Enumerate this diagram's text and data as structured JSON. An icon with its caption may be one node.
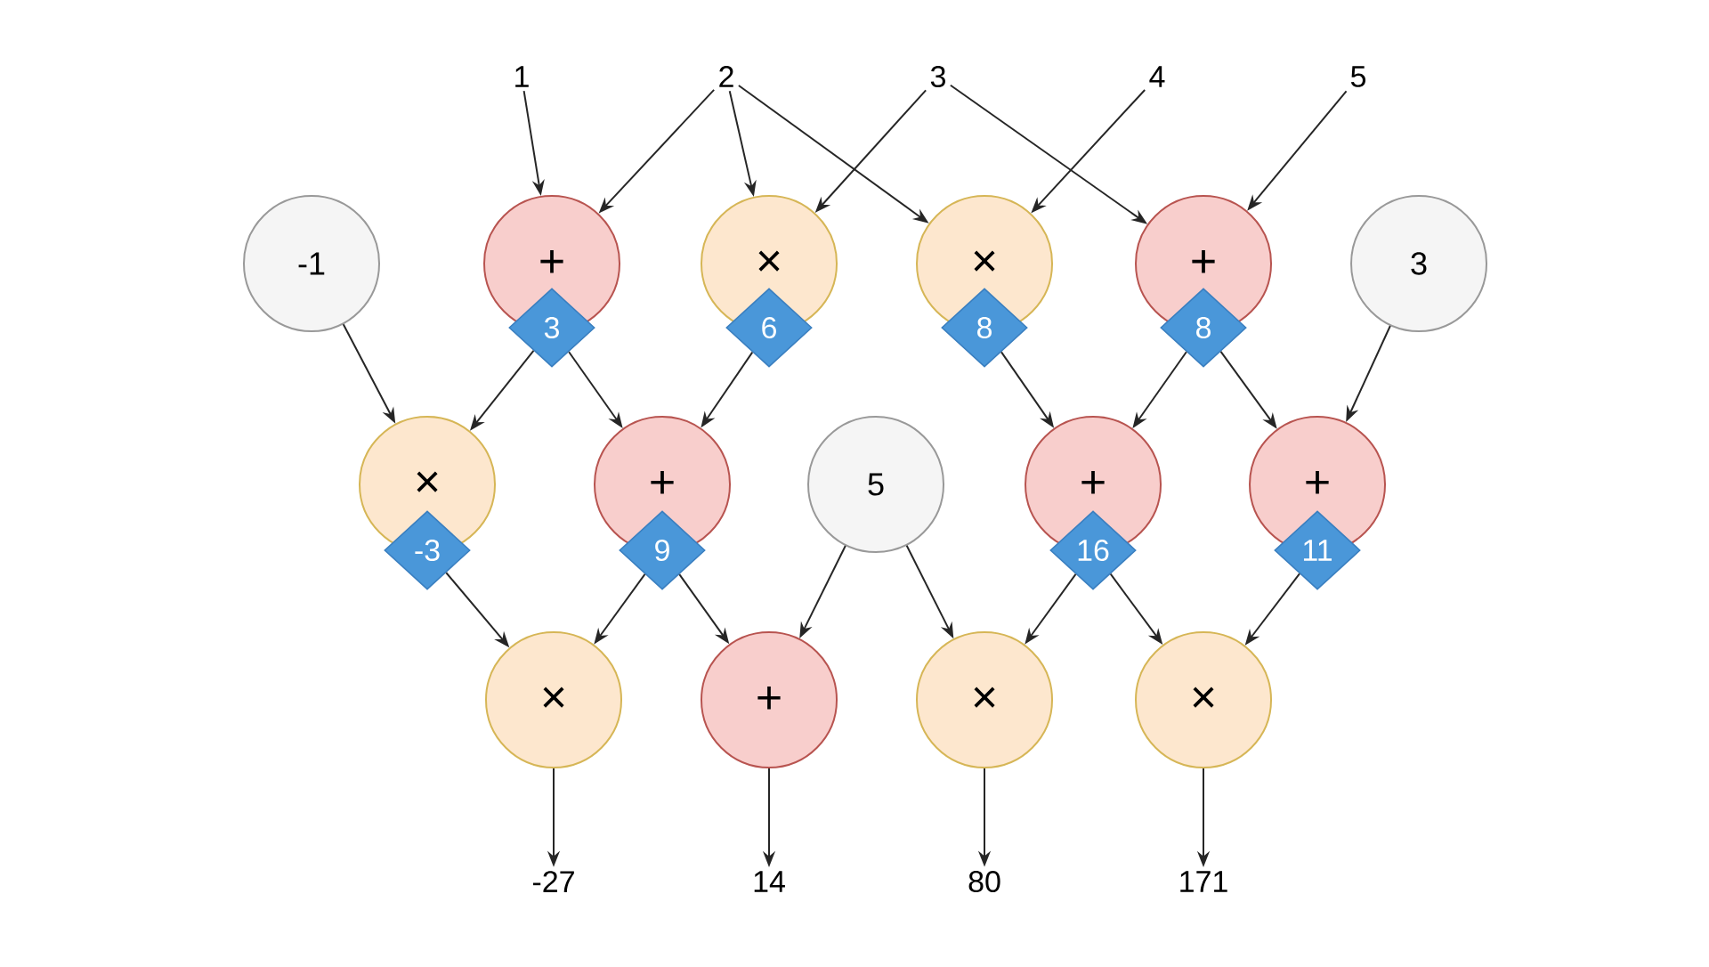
{
  "diagram": {
    "nodes": [
      {
        "text": [
          "1"
        ]
      },
      {
        "text": [
          "2"
        ]
      },
      {
        "text": [
          "3"
        ]
      },
      {
        "text": [
          "4"
        ]
      },
      {
        "text": [
          "5"
        ]
      },
      {
        "text": [
          "-1"
        ]
      },
      {
        "text": [
          "+"
        ]
      },
      {
        "text": [
          "3"
        ]
      },
      {
        "text": [
          "×"
        ]
      },
      {
        "text": [
          "6"
        ]
      },
      {
        "text": [
          "×"
        ]
      },
      {
        "text": [
          "8"
        ]
      },
      {
        "text": [
          "+"
        ]
      },
      {
        "text": [
          "8"
        ]
      },
      {
        "text": [
          "3"
        ]
      },
      {
        "text": [
          "×"
        ]
      },
      {
        "text": [
          "-3"
        ]
      },
      {
        "text": [
          "+"
        ]
      },
      {
        "text": [
          "9"
        ]
      },
      {
        "text": [
          "5"
        ]
      },
      {
        "text": [
          "+"
        ]
      },
      {
        "text": [
          "16"
        ]
      },
      {
        "text": [
          "+"
        ]
      },
      {
        "text": [
          "11"
        ]
      },
      {
        "text": [
          "×"
        ]
      },
      {
        "text": [
          "+"
        ]
      },
      {
        "text": [
          "×"
        ]
      },
      {
        "text": [
          "×"
        ]
      },
      {
        "text": [
          "-27"
        ]
      },
      {
        "text": [
          "14"
        ]
      },
      {
        "text": [
          "80"
        ]
      },
      {
        "text": [
          "171"
        ]
      }
    ],
    "edges": [
      {
        "from": 0,
        "to": 6,
        "arrow": "to"
      },
      {
        "from": 1,
        "to": 6,
        "arrow": "to"
      },
      {
        "from": 1,
        "to": 8,
        "arrow": "to"
      },
      {
        "from": 1,
        "to": 10,
        "arrow": "to"
      },
      {
        "from": 2,
        "to": 8,
        "arrow": "to"
      },
      {
        "from": 2,
        "to": 12,
        "arrow": "to"
      },
      {
        "from": 3,
        "to": 10,
        "arrow": "to"
      },
      {
        "from": 4,
        "to": 12,
        "arrow": "to"
      },
      {
        "from": 5,
        "to": 15,
        "arrow": "to"
      },
      {
        "from": 7,
        "to": 15,
        "arrow": "to"
      },
      {
        "from": 7,
        "to": 17,
        "arrow": "to"
      },
      {
        "from": 9,
        "to": 17,
        "arrow": "to"
      },
      {
        "from": 11,
        "to": 20,
        "arrow": "to"
      },
      {
        "from": 13,
        "to": 20,
        "arrow": "to"
      },
      {
        "from": 13,
        "to": 22,
        "arrow": "to"
      },
      {
        "from": 14,
        "to": 22,
        "arrow": "to"
      },
      {
        "from": 16,
        "to": 24,
        "arrow": "to"
      },
      {
        "from": 18,
        "to": 24,
        "arrow": "to"
      },
      {
        "from": 18,
        "to": 25,
        "arrow": "to"
      },
      {
        "from": 19,
        "to": 25,
        "arrow": "to"
      },
      {
        "from": 19,
        "to": 26,
        "arrow": "to"
      },
      {
        "from": 21,
        "to": 26,
        "arrow": "to"
      },
      {
        "from": 21,
        "to": 27,
        "arrow": "to"
      },
      {
        "from": 23,
        "to": 27,
        "arrow": "to"
      },
      {
        "from": 24,
        "to": 28,
        "arrow": "to"
      },
      {
        "from": 25,
        "to": 29,
        "arrow": "to"
      },
      {
        "from": 26,
        "to": 30,
        "arrow": "to"
      },
      {
        "from": 27,
        "to": 31,
        "arrow": "to"
      }
    ]
  }
}
